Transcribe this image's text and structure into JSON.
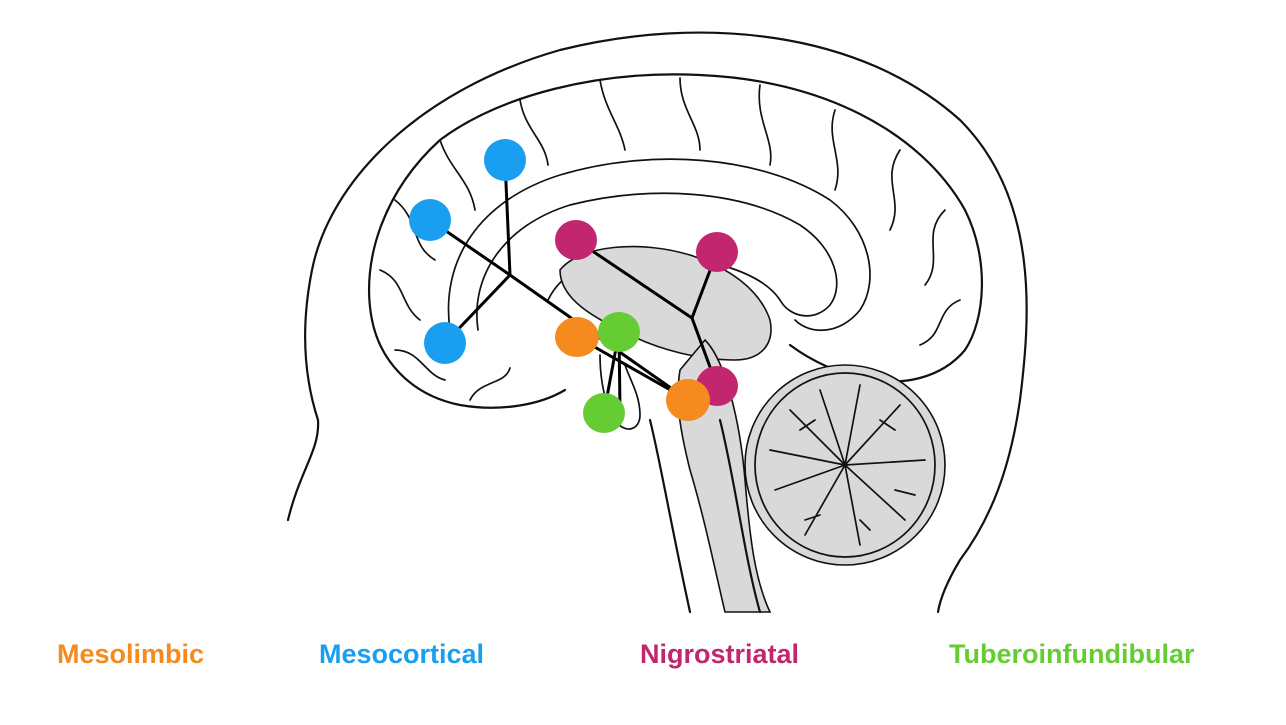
{
  "diagram": {
    "colors": {
      "mesolimbic": "#f58a1f",
      "mesocortical": "#1a9ef0",
      "nigrostriatal": "#c2266e",
      "tuberoinfundibular": "#66cc33"
    },
    "pathways": [
      {
        "key": "mesolimbic",
        "label": "Mesolimbic",
        "color": "#f58a1f"
      },
      {
        "key": "mesocortical",
        "label": "Mesocortical",
        "color": "#1a9ef0"
      },
      {
        "key": "nigrostriatal",
        "label": "Nigrostriatal",
        "color": "#c2266e"
      },
      {
        "key": "tuberoinfundibular",
        "label": "Tuberoinfundibular",
        "color": "#66cc33"
      }
    ]
  }
}
